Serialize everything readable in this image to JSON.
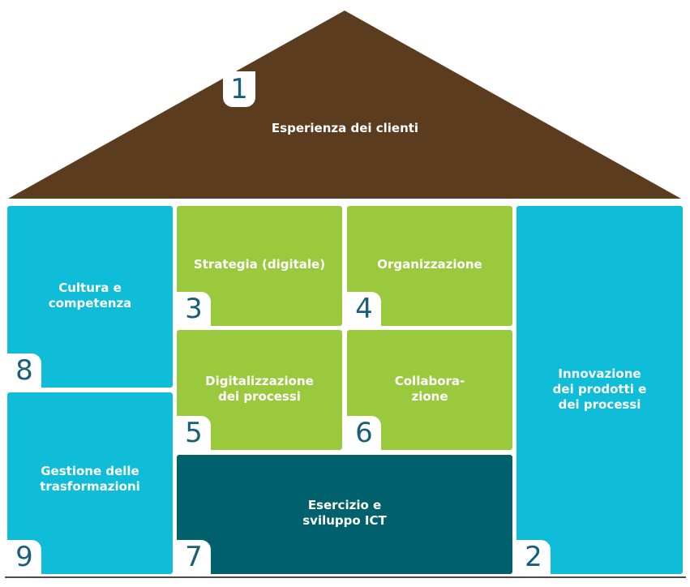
{
  "colors": {
    "roof": "#5c3c1e",
    "cyan": "#0fbdd9",
    "green": "#9ac93d",
    "teal": "#00606b",
    "number_text": "#1a5f7a"
  },
  "roof": {
    "number": "1",
    "label": "Esperienza dei clienti"
  },
  "blocks": [
    {
      "id": "cultura",
      "number": "8",
      "label": "Cultura e\ncompetenza"
    },
    {
      "id": "gestione",
      "number": "9",
      "label": "Gestione delle\ntrasformazioni"
    },
    {
      "id": "strategia",
      "number": "3",
      "label": "Strategia (digitale)"
    },
    {
      "id": "organizzazione",
      "number": "4",
      "label": "Organizzazione"
    },
    {
      "id": "digitalizzazione",
      "number": "5",
      "label": "Digitalizzazione\ndei processi"
    },
    {
      "id": "collaborazione",
      "number": "6",
      "label": "Collabora-\nzione"
    },
    {
      "id": "esercizio",
      "number": "7",
      "label": "Esercizio e\nsviluppo ICT"
    },
    {
      "id": "innovazione",
      "number": "2",
      "label": "Innovazione\ndei prodotti e\ndei processi"
    }
  ]
}
